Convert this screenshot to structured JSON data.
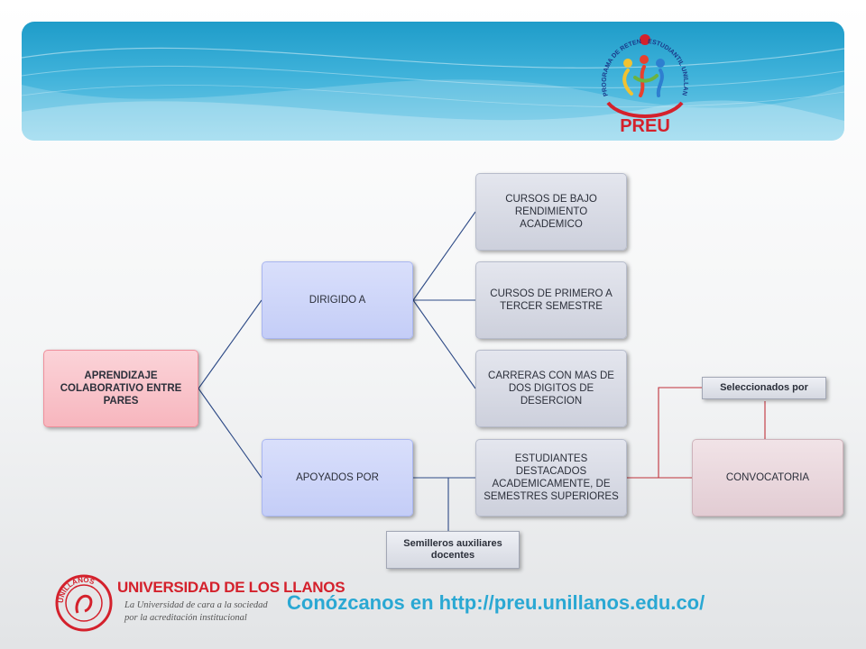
{
  "header": {
    "logo": {
      "arc_text_left": "PROGRAMA DE RETENCIÓN",
      "arc_text_right": "ESTUDIANTIL UNILLANISTA",
      "wordmark": "PREU"
    }
  },
  "diagram": {
    "root": "APRENDIZAJE COLABORATIVO ENTRE PARES",
    "branches": [
      {
        "label": "DIRIGIDO A",
        "children": [
          "CURSOS DE BAJO RENDIMIENTO ACADEMICO",
          "CURSOS DE PRIMERO A TERCER SEMESTRE",
          "CARRERAS CON MAS DE DOS DIGITOS DE DESERCION"
        ]
      },
      {
        "label": "APOYADOS POR",
        "children": [
          "ESTUDIANTES DESTACADOS ACADEMICAMENTE, DE SEMESTRES SUPERIORES"
        ]
      }
    ],
    "selection": "CONVOCATORIA",
    "annotations": {
      "selected_by": "Seleccionados por",
      "seedbeds": "Semilleros auxiliares docentes"
    }
  },
  "footer": {
    "university": {
      "name": "UNIVERSIDAD DE LOS LLANOS",
      "mark_text": "UNILLANOS",
      "tagline_1": "La Universidad de cara a la sociedad",
      "tagline_2": "por la acreditación institucional"
    },
    "link_text": "Conózcanos en http://preu.unillanos.edu.co/"
  },
  "colors": {
    "banner": "#2ea6d2",
    "accent_red": "#d4212c",
    "link": "#2aa8d3"
  }
}
